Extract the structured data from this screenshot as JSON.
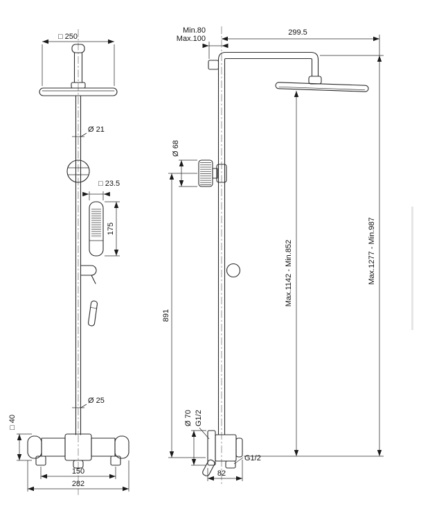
{
  "drawing": {
    "front": {
      "head_size": "□ 250",
      "pipe_d": "Ø 21",
      "handshower_w": "□ 23.5",
      "handshower_len": "175",
      "pipe_lower_d": "Ø 25",
      "body_size": "□ 40",
      "inlet_spacing": "150",
      "overall_width": "282"
    },
    "side": {
      "wall_min": "Min.80",
      "wall_max": "Max.100",
      "arm_reach": "299.5",
      "holder_d": "Ø 68",
      "holder_height": "891",
      "pipe_height": "Max.1142 - Min.852",
      "total_height": "Max.1277 - Min.987",
      "flange_d": "Ø 70",
      "wall_thread": "G1/2",
      "outlet_thread": "G1/2",
      "depth": "82"
    },
    "colors": {
      "line": "#2a2a2a",
      "background": "#ffffff"
    }
  }
}
